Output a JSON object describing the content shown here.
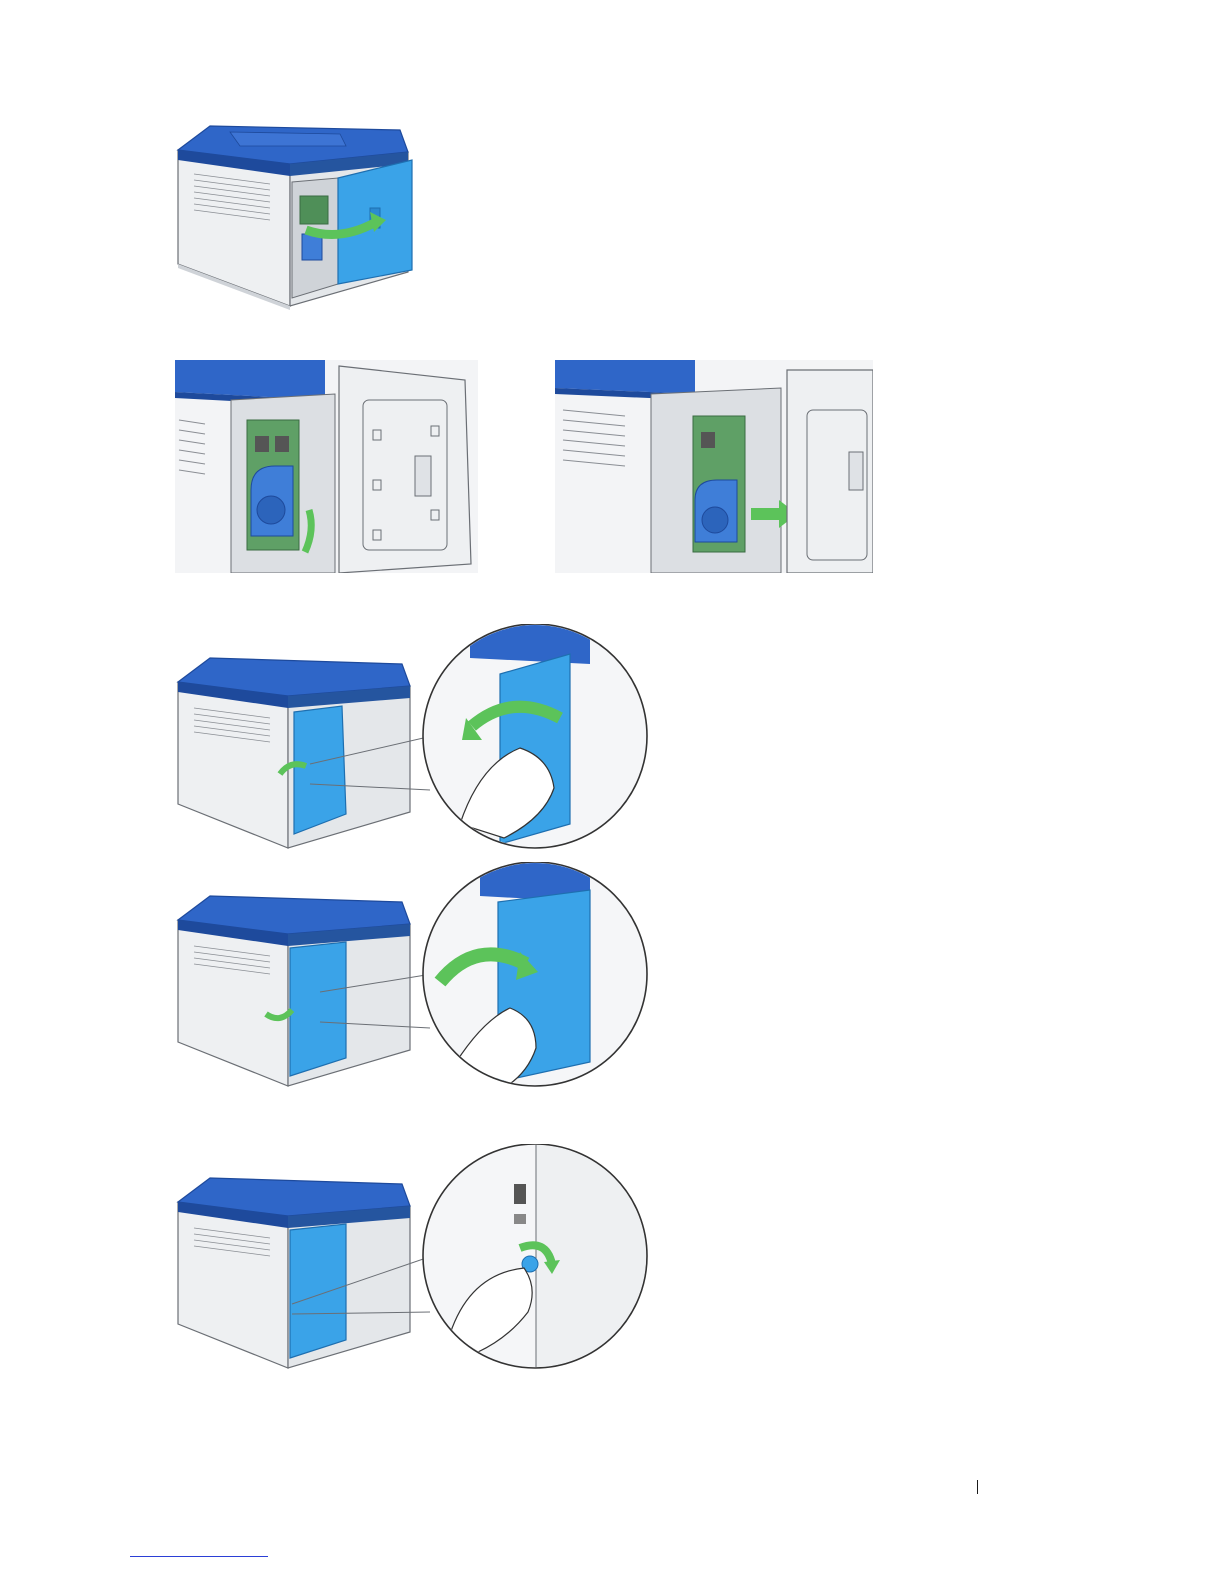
{
  "page": {
    "background": "#ffffff",
    "colors": {
      "printer_blue": "#2f66c8",
      "printer_blue_dark": "#1e4a9c",
      "panel_blue": "#3aa3e8",
      "arrow_green": "#5cc35a",
      "body_gray": "#eef0f2",
      "line_gray": "#6b6f75",
      "footer_link": "#2b3fd6"
    }
  },
  "figures": [
    {
      "id": "fig-open-side-cover",
      "icon": "printer-open-door-illustration"
    },
    {
      "id": "fig-remove-card",
      "icon": "memory-slot-closeup-illustration"
    },
    {
      "id": "fig-insert-card",
      "icon": "memory-slot-arrow-illustration"
    },
    {
      "id": "fig-close-cover",
      "icon": "printer-close-door-callout-illustration"
    },
    {
      "id": "fig-slide-cover",
      "icon": "printer-slide-door-callout-illustration"
    },
    {
      "id": "fig-turn-screw",
      "icon": "printer-screw-callout-illustration"
    }
  ]
}
